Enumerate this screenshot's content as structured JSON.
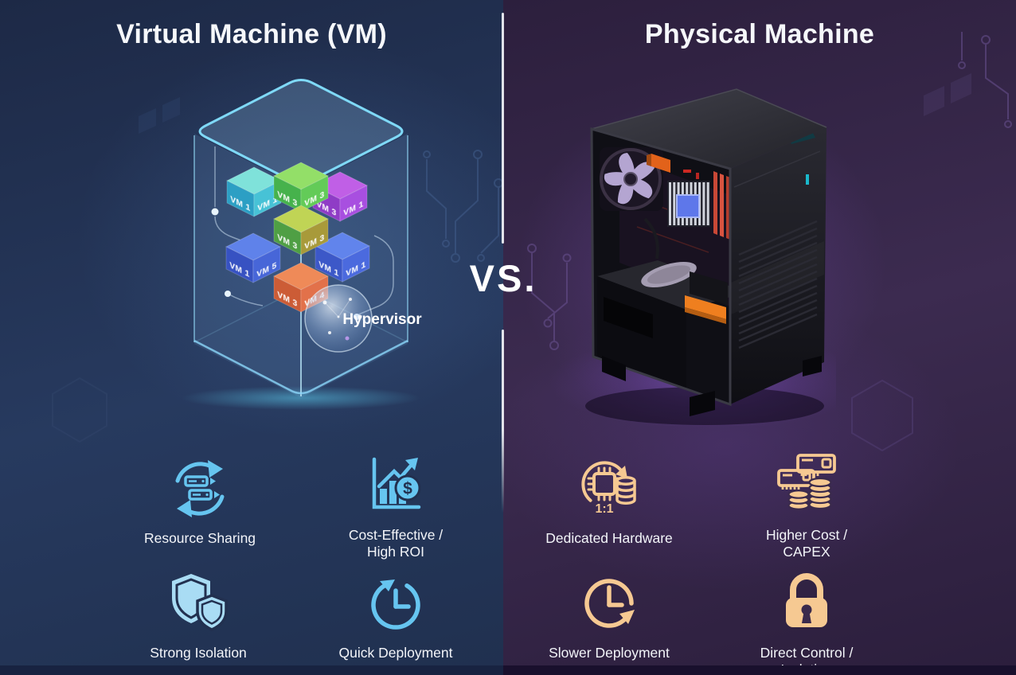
{
  "infographic": {
    "left": {
      "title": "Virtual Machine (VM)",
      "hypervisor_label": "Hypervisor",
      "currency_symbol": "$",
      "cubes": [
        {
          "name": "green",
          "color": "#63cb58",
          "left_label": "VM 3",
          "right_label": "VM 3"
        },
        {
          "name": "teal",
          "color": "#47c2d6",
          "left_label": "VM 1",
          "right_label": "VM 1"
        },
        {
          "name": "purple",
          "color": "#a84fe0",
          "left_label": "VM 3",
          "right_label": "VM 1"
        },
        {
          "name": "lime",
          "color": "#a89a3a",
          "left_label": "VM 3",
          "right_label": "VM 3"
        },
        {
          "name": "blue-left",
          "color": "#4766d8",
          "left_label": "VM 1",
          "right_label": "VM 5"
        },
        {
          "name": "blue-right",
          "color": "#4b6ade",
          "left_label": "VM 1",
          "right_label": "VM 1"
        },
        {
          "name": "orange",
          "color": "#e2714a",
          "left_label": "VM 3",
          "right_label": "VM 4"
        }
      ],
      "features": [
        {
          "icon": "resource-sharing-icon",
          "line1": "Resource Sharing"
        },
        {
          "icon": "cost-effective-icon",
          "line1": "Cost-Effective /",
          "line2": "High ROI"
        },
        {
          "icon": "strong-isolation-icon",
          "line1": "Strong Isolation"
        },
        {
          "icon": "quick-deployment-icon",
          "line1": "Quick Deployment"
        }
      ]
    },
    "center": {
      "vs_label": "VS."
    },
    "right": {
      "title": "Physical Machine",
      "ratio_label": "1:1",
      "features": [
        {
          "icon": "dedicated-hardware-icon",
          "line1": "Dedicated Hardware"
        },
        {
          "icon": "higher-cost-icon",
          "line1": "Higher Cost /",
          "line2": "CAPEX"
        },
        {
          "icon": "slower-deployment-icon",
          "line1": "Slower Deployment"
        },
        {
          "icon": "direct-control-icon",
          "line1": "Direct Control /",
          "line2": "Isolation"
        }
      ]
    },
    "colors": {
      "left_background": "#223154",
      "right_background": "#362847",
      "left_accent": "#66c5f0",
      "left_shield_fill": "#a9dcf4",
      "right_accent": "#f6c992",
      "divider": "#ffffff",
      "title_text": "#f6f8fb",
      "glass_edge": "#7fd9f7"
    }
  }
}
